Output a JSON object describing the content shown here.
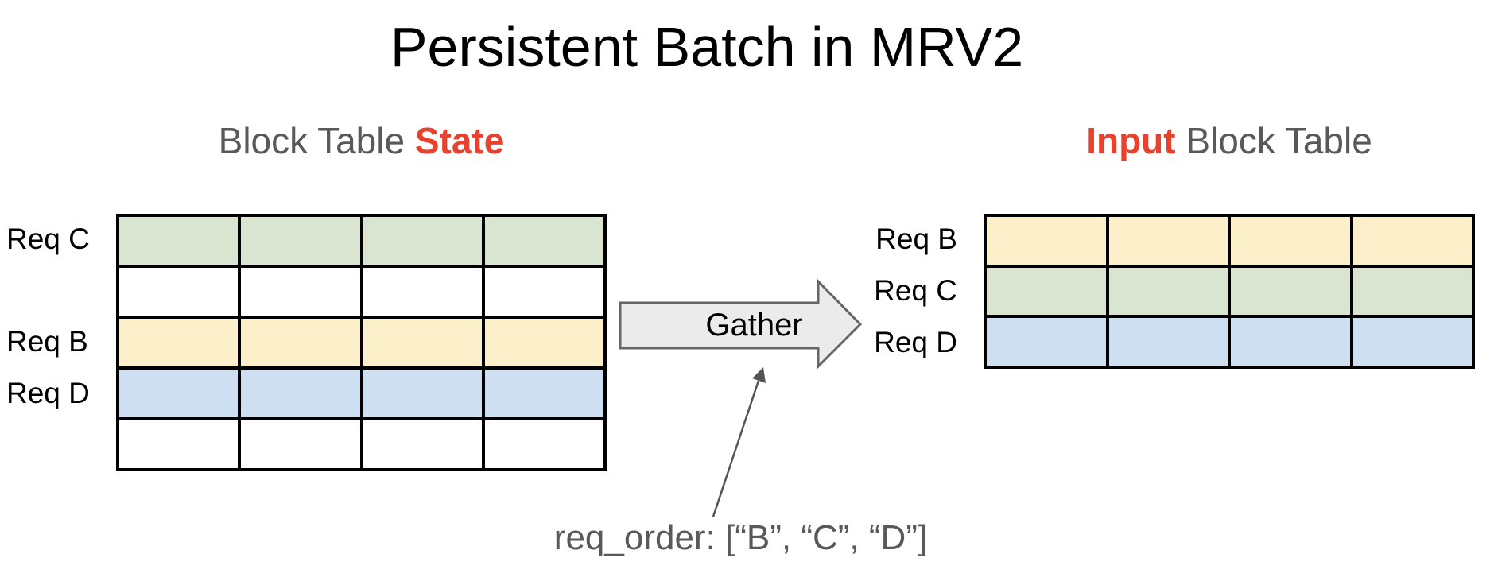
{
  "title": "Persistent Batch in MRV2",
  "colors": {
    "highlight_red": "#E8412D",
    "heading_gray": "#595959",
    "label_black": "#000000",
    "cell_green": "#D9E5D1",
    "cell_yellow": "#FCF0CB",
    "cell_blue": "#CEDFF1",
    "cell_white": "#FFFFFF",
    "table_border": "#000000",
    "arrow_fill": "#EBEBEB",
    "arrow_border": "#666666",
    "annotation_arrow": "#555555"
  },
  "left_table": {
    "heading": {
      "normal": "Block Table ",
      "highlight": "State"
    },
    "columns": 4,
    "rows": [
      {
        "label": "Req C",
        "color_key": "cell_green"
      },
      {
        "label": "",
        "color_key": "cell_white"
      },
      {
        "label": "Req B",
        "color_key": "cell_yellow"
      },
      {
        "label": "Req D",
        "color_key": "cell_blue"
      },
      {
        "label": "",
        "color_key": "cell_white"
      }
    ]
  },
  "right_table": {
    "heading": {
      "highlight": "Input",
      "normal": " Block Table"
    },
    "columns": 4,
    "rows": [
      {
        "label": "Req B",
        "color_key": "cell_yellow"
      },
      {
        "label": "Req C",
        "color_key": "cell_green"
      },
      {
        "label": "Req D",
        "color_key": "cell_blue"
      }
    ]
  },
  "gather_arrow": {
    "label": "Gather"
  },
  "annotation": {
    "text": "req_order: [“B”, “C”, “D”]"
  }
}
